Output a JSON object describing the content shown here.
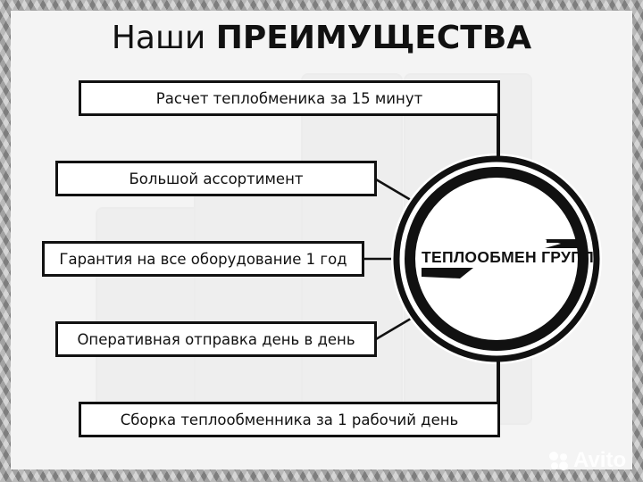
{
  "title": {
    "light": "Наши ",
    "bold": "ПРЕИМУЩЕСТВА"
  },
  "advantages": [
    "Расчет теплобменика за 15 минут",
    "Большой ассортимент",
    "Гарантия на все оборудование 1 год",
    "Оперативная отправка день в день",
    "Сборка теплообменника за 1 рабочий день"
  ],
  "logo": {
    "text": "ТЕПЛООБМЕН ГРУПП"
  },
  "watermark": {
    "text": "Avito"
  },
  "colors": {
    "ink": "#111111",
    "panel": "#f4f4f4",
    "box_bg": "#ffffff"
  }
}
